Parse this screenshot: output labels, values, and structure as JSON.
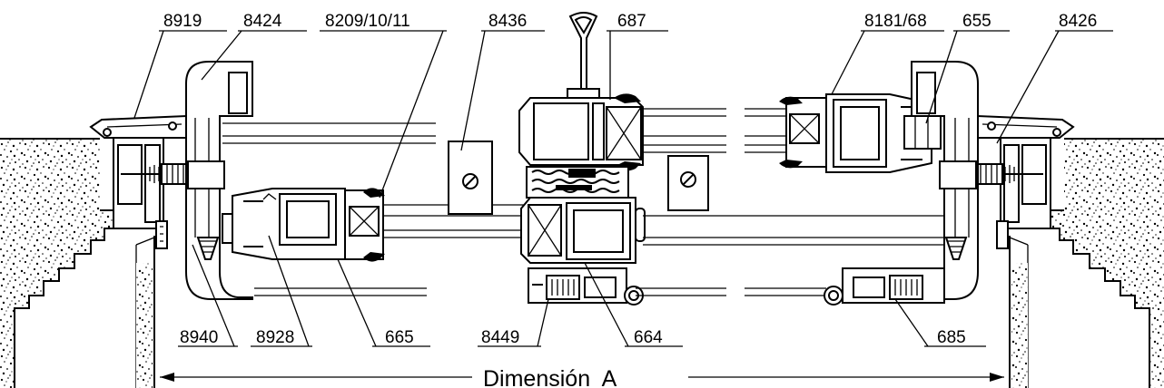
{
  "labels": {
    "l8919": "8919",
    "l8424": "8424",
    "l8209": "8209/10/11",
    "l8436": "8436",
    "l687": "687",
    "l8181": "8181/68",
    "l655": "655",
    "l8426": "8426",
    "l8940": "8940",
    "l8928": "8928",
    "l665": "665",
    "l8449": "8449",
    "l664": "664",
    "l685": "685"
  },
  "dimension": {
    "text": "Dimensión  A"
  }
}
